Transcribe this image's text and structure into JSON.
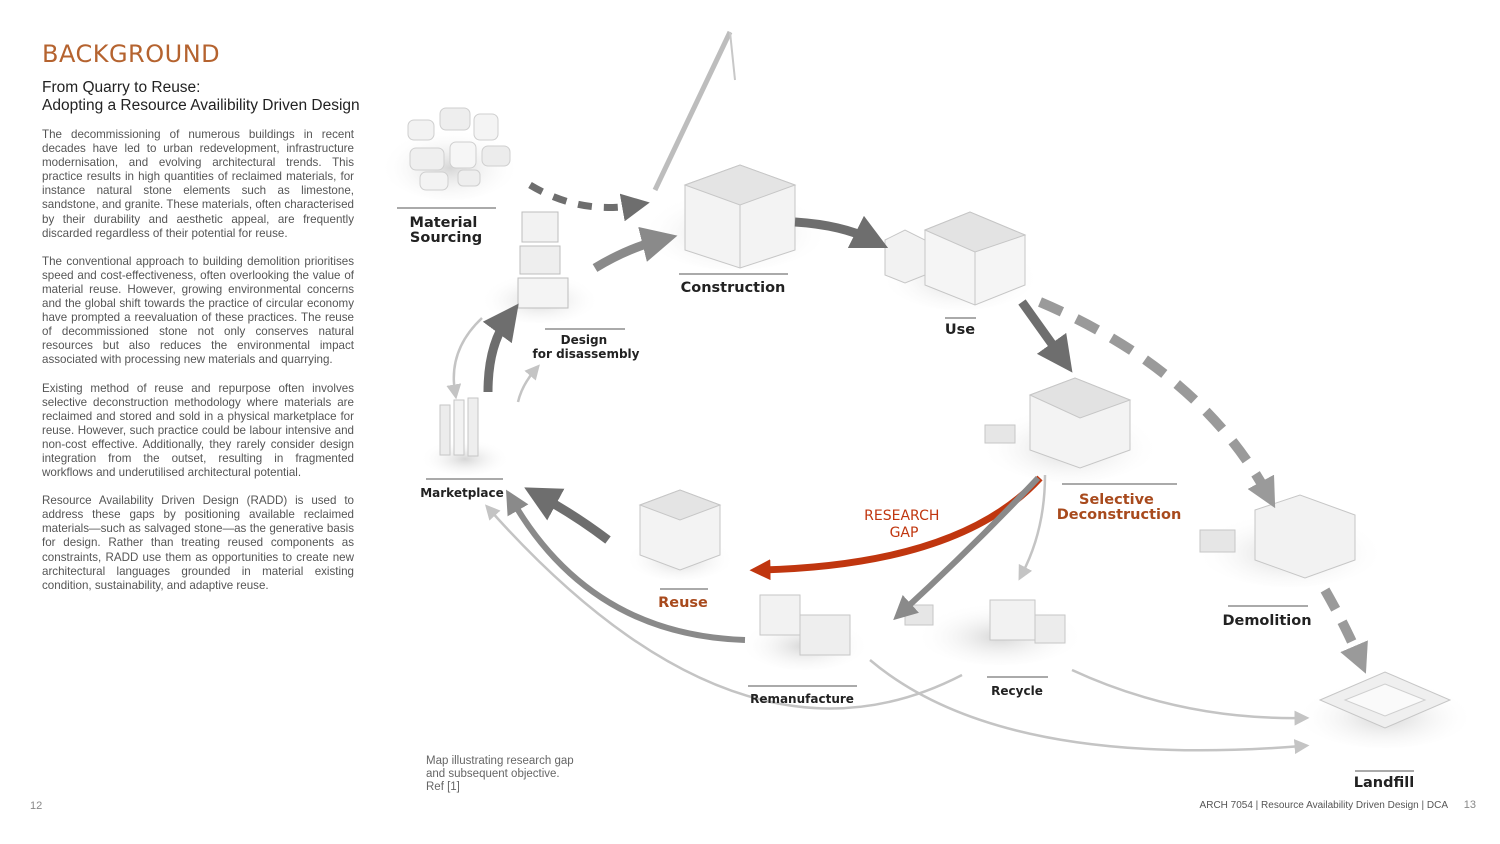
{
  "page": {
    "heading": "BACKGROUND",
    "subtitle_lines": [
      "From Quarry to Reuse:",
      "Adopting a Resource Availibility Driven Design"
    ],
    "paragraphs": [
      "The decommissioning of numerous buildings in recent decades have led to urban redevelopment, infrastructure modernisation, and evolving architectural trends. This practice results in high quantities of reclaimed materials, for instance natural stone elements such as limestone, sandstone, and granite. These materials, often characterised by their durability and aesthetic appeal, are frequently discarded regardless of their potential for reuse.",
      "The conventional approach to building demolition prioritises speed and cost-effectiveness, often overlooking the value of material reuse. However, growing environmental concerns and the global shift towards the practice of circular economy have prompted a reevaluation of these practices. The reuse of decommissioned stone not only conserves natural resources but also reduces the environmental impact associated with processing new materials and quarrying.",
      "Existing method of reuse and repurpose often involves selective deconstruction methodology where materials are reclaimed and stored and sold in a physical marketplace for reuse. However, such practice could be labour intensive and non-cost effective. Additionally, they rarely consider design integration from the outset, resulting in fragmented workflows and underutilised architectural potential.",
      "Resource Availability Driven Design (RADD) is used to address these gaps by positioning available reclaimed materials—such as salvaged stone—as the generative basis for design. Rather than treating reused components as constraints, RADD use them as opportunities to create new architectural languages grounded in material existing condition, sustainability, and adaptive reuse."
    ],
    "caption": "Map illustrating research gap and subsequent objective. Ref [1]",
    "page_left": "12",
    "page_right": "13",
    "footer": "ARCH 7054 | Resource Availability Driven Design | DCA"
  },
  "diagram": {
    "stages": {
      "material_sourcing": [
        "Material",
        "Sourcing"
      ],
      "design_for_disassembly": [
        "Design",
        "for disassembly"
      ],
      "construction": "Construction",
      "use": "Use",
      "selective_deconstruction": [
        "Selective",
        "Deconstruction"
      ],
      "demolition": "Demolition",
      "landfill": "Landfill",
      "recycle": "Recycle",
      "remanufacture": "Remanufacture",
      "reuse": "Reuse",
      "marketplace": "Marketplace"
    },
    "research_gap": [
      "RESEARCH",
      "GAP"
    ]
  },
  "colors": {
    "heading": "#b5632f",
    "accent": "#c0360f",
    "highlight_label": "#a84a1d",
    "arrow_dark": "#6e6e6e",
    "arrow_light": "#c4c4c4",
    "dashed_arrow": "#9a9a9a"
  }
}
